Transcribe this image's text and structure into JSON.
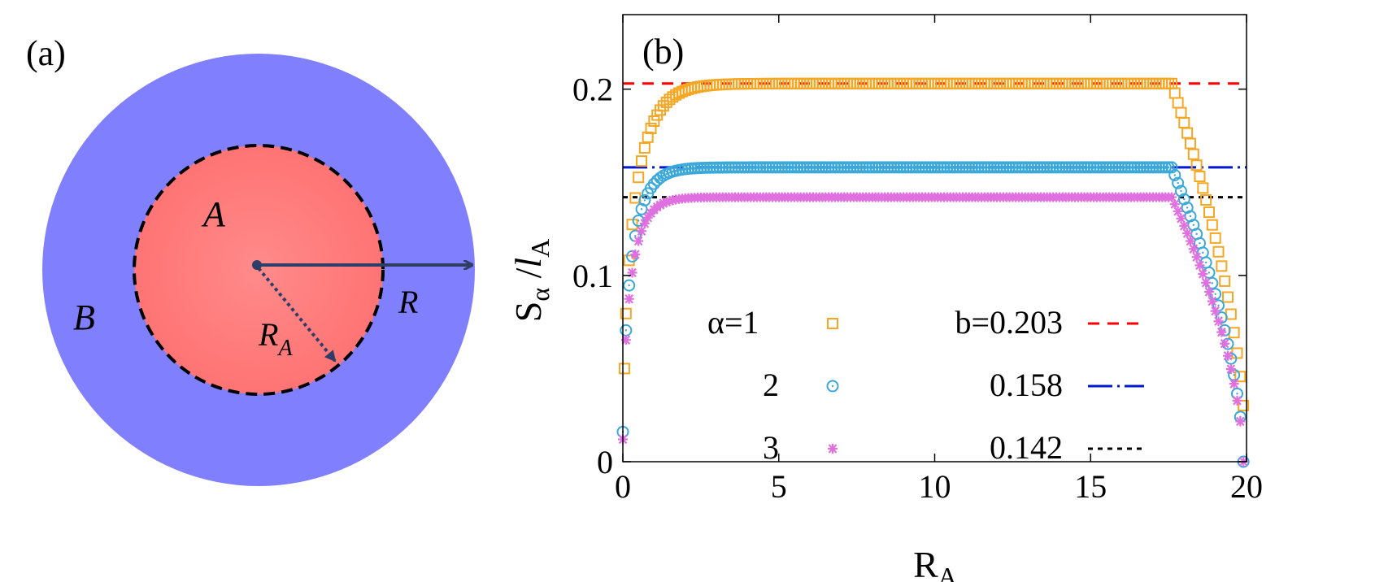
{
  "panel_a": {
    "label": "(a)",
    "region_outer_label": "B",
    "region_inner_label": "A",
    "radius_label": "R",
    "inner_radius_label": "R",
    "inner_radius_subscript": "A",
    "colors": {
      "outer_disk": "#8080ff",
      "inner_disk": "#ff7a7a",
      "arrow": "#2f3e66",
      "boundary": "#000000"
    }
  },
  "panel_b": {
    "label": "(b)"
  },
  "chart_data": {
    "type": "scatter",
    "xlabel": "R_A",
    "ylabel": "S_α / l_A",
    "xlim": [
      0,
      20
    ],
    "ylim": [
      0,
      0.24
    ],
    "x_ticks": [
      0,
      5,
      10,
      15,
      20
    ],
    "x_tick_labels": [
      "0",
      "5",
      "10",
      "15",
      "20"
    ],
    "y_ticks": [
      0,
      0.1,
      0.2
    ],
    "y_tick_labels": [
      "0",
      "0.1",
      "0.2"
    ],
    "grid": false,
    "legend_position": "bottom",
    "legend_header": "α=1",
    "legend_const_header": "b=0.203",
    "series": [
      {
        "name": "α=1",
        "legend_label": "α=1",
        "marker": "square",
        "color": "#f5a623",
        "plateau": 0.203,
        "rise_scale": 0.6,
        "fall_end": 20.0,
        "fall_width": 2.4,
        "first_point": [
          0.05,
          0.05
        ]
      },
      {
        "name": "2",
        "legend_label": "2",
        "marker": "circle",
        "color": "#3aa8d8",
        "plateau": 0.158,
        "rise_scale": 0.45,
        "fall_end": 19.9,
        "fall_width": 2.3,
        "first_point": [
          0.0,
          0.016
        ]
      },
      {
        "name": "3",
        "legend_label": "3",
        "marker": "star",
        "color": "#e070e0",
        "plateau": 0.142,
        "rise_scale": 0.42,
        "fall_end": 19.9,
        "fall_width": 2.3,
        "first_point": [
          0.0,
          0.012
        ]
      }
    ],
    "constants": [
      {
        "value": 0.203,
        "label": "b=0.203",
        "color": "#ff0000",
        "dash": "14,10"
      },
      {
        "value": 0.158,
        "label": "0.158",
        "color": "#0018d0",
        "dash": "30,6,3,6"
      },
      {
        "value": 0.142,
        "label": "0.142",
        "color": "#000000",
        "dash": "6,6"
      }
    ]
  }
}
